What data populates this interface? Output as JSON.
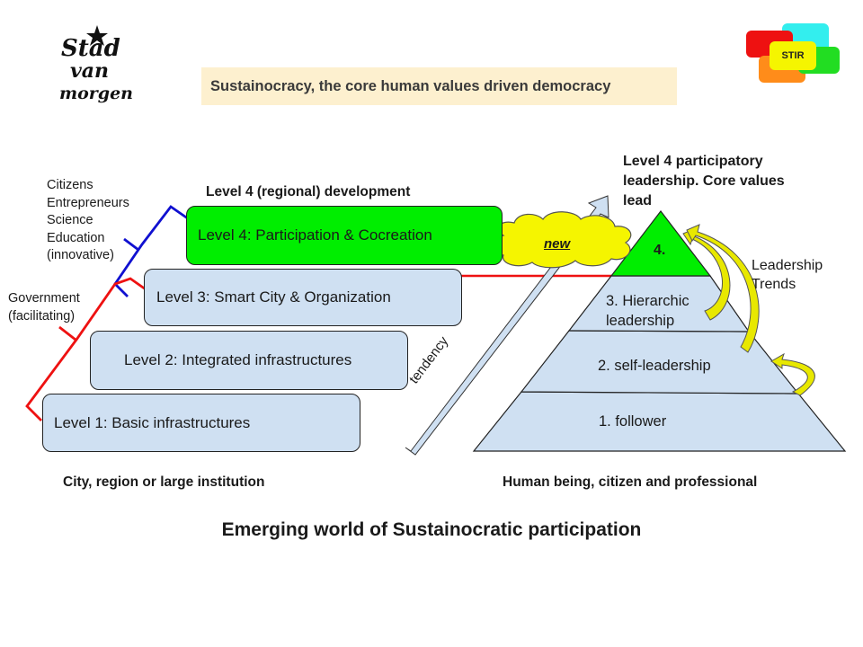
{
  "logos": {
    "left_logo_text": [
      "Stad",
      "van",
      "morgen"
    ],
    "right_logo_text": "STIR"
  },
  "banner": {
    "title": "Sustainocracy, the core human values driven democracy"
  },
  "left_section": {
    "heading": "Level 4 (regional) development",
    "stakeholders_innovative": [
      "Citizens",
      "Entrepreneurs",
      "Science",
      "Education",
      "(innovative)"
    ],
    "stakeholders_facilitating": [
      "Government",
      "(facilitating)"
    ],
    "levels": [
      {
        "label": "Level 4: Participation & Cocreation",
        "color": "#00ee00"
      },
      {
        "label": "Level 3: Smart City & Organization",
        "color": "#cfe0f2"
      },
      {
        "label": "Level 2: Integrated infrastructures",
        "color": "#cfe0f2"
      },
      {
        "label": "Level 1: Basic infrastructures",
        "color": "#cfe0f2"
      }
    ],
    "caption": "City, region or large institution"
  },
  "middle": {
    "cloud_label": "new",
    "arrow_label": "tendency"
  },
  "right_section": {
    "heading": [
      "Level 4 participatory",
      "leadership. Core values",
      "lead"
    ],
    "pyramid_levels": [
      {
        "label": "4.",
        "color": "#00ee00"
      },
      {
        "label": [
          "3. Hierarchic",
          "leadership"
        ],
        "color": "#cfe0f2"
      },
      {
        "label": "2. self-leadership",
        "color": "#cfe0f2"
      },
      {
        "label": "1. follower",
        "color": "#cfe0f2"
      }
    ],
    "trends_label": [
      "Leadership",
      "Trends"
    ],
    "caption": "Human being, citizen and professional"
  },
  "footer": {
    "title": "Emerging world of Sustainocratic participation"
  },
  "colors": {
    "innovative_line": "#1010d0",
    "facilitating_line": "#ee1111",
    "trend_arrows": "#e8e800",
    "cloud": "#f5f500"
  }
}
